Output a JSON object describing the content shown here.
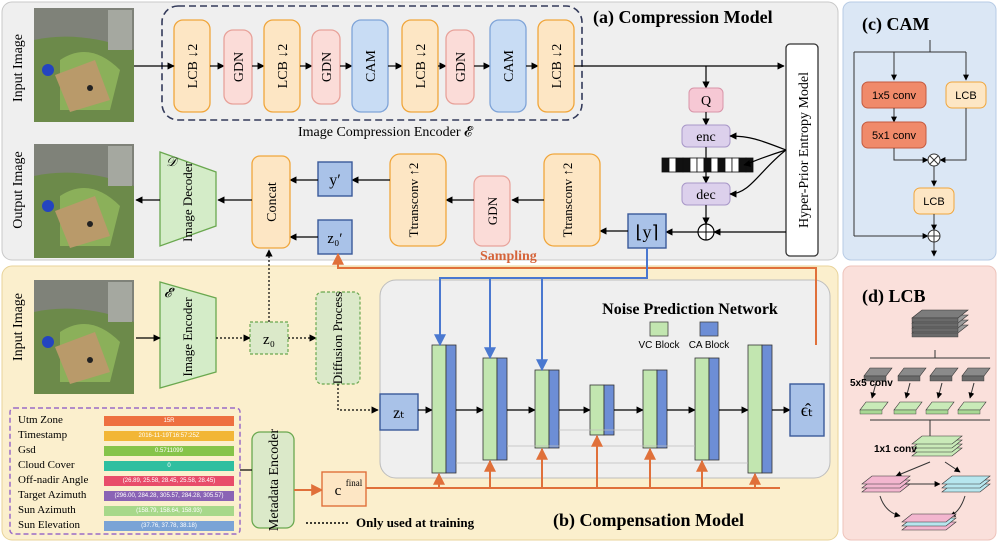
{
  "panels": {
    "compression_title": "(a) Compression Model",
    "compensation_title": "(b) Compensation Model",
    "cam_title": "(c) CAM",
    "lcb_title": "(d) LCB"
  },
  "labels": {
    "input_image": "Input Image",
    "output_image": "Output Image",
    "input_image2": "Input Image",
    "encoder_caption": "Image Compression Encoder 𝓔",
    "hyper_prior": "Hyper-Prior Entropy Model",
    "sampling": "Sampling",
    "noise_net": "Noise Prediction Network",
    "vc_block": "VC Block",
    "ca_block": "CA Block",
    "only_training": "Only used at training",
    "image_decoder": "Image Decoder",
    "decoder_symbol": "𝒟",
    "image_encoder": "Image Encoder",
    "encoder_symbol": "𝓔′",
    "concat": "Concat",
    "y_prime": "y′",
    "z0_prime": "z₀′",
    "ttransconv1": "Ttransconv ↑2",
    "ttransconv2": "Ttransconv ↑2",
    "gdn": "GDN",
    "floor_y": "⌊y⌉",
    "q": "Q",
    "enc": "enc",
    "dec": "dec",
    "z0": "z₀",
    "diffusion": "Diffusion Process",
    "zt": "zₜ",
    "eps": "ϵ̂ₜ",
    "metadata_encoder": "Metadata Encoder",
    "c_final": "c",
    "c_final_sup": "final"
  },
  "encoder_blocks": [
    {
      "label": "LCB ↓2",
      "kind": "lcb"
    },
    {
      "label": "GDN",
      "kind": "gdn"
    },
    {
      "label": "LCB ↓2",
      "kind": "lcb"
    },
    {
      "label": "GDN",
      "kind": "gdn"
    },
    {
      "label": "CAM",
      "kind": "cam"
    },
    {
      "label": "LCB ↓2",
      "kind": "lcb"
    },
    {
      "label": "GDN",
      "kind": "gdn"
    },
    {
      "label": "CAM",
      "kind": "cam"
    },
    {
      "label": "LCB ↓2",
      "kind": "lcb"
    }
  ],
  "cam": {
    "conv1": "1x5 conv",
    "conv2": "5x1 conv",
    "lcb1": "LCB",
    "lcb2": "LCB"
  },
  "lcb": {
    "conv5": "5x5 conv",
    "conv1": "1x1 conv"
  },
  "metadata": [
    {
      "name": "Utm Zone",
      "value": "15R",
      "color": "#ee7040"
    },
    {
      "name": "Timestamp",
      "value": "2016-11-19T16:57:25Z",
      "color": "#f2b636"
    },
    {
      "name": "Gsd",
      "value": "0.5711099",
      "color": "#86c44a"
    },
    {
      "name": "Cloud Cover",
      "value": "0",
      "color": "#2fbfa0"
    },
    {
      "name": "Off-nadir Angle",
      "value": "(26.89, 25.58, 28.45, 25.58, 28.45)",
      "color": "#e84d6a"
    },
    {
      "name": "Target Azimuth",
      "value": "(296.00, 284.28, 305.57, 284.28, 305.57)",
      "color": "#8a63b5"
    },
    {
      "name": "Sun Azimuth",
      "value": "(158.79, 158.64, 158.93)",
      "color": "#a7d88a"
    },
    {
      "name": "Sun Elevation",
      "value": "(37.76, 37.78, 38.18)",
      "color": "#7aa3d6"
    }
  ],
  "colors": {
    "lcb_fill": "#fde6c4",
    "lcb_stroke": "#f0a63c",
    "gdn_fill": "#fbdcd8",
    "gdn_stroke": "#e8a29a",
    "cam_fill": "#c8dcf4",
    "cam_stroke": "#7fa4d8",
    "q_fill": "#f6c8d4",
    "enc_fill": "#dcd0ec",
    "blue_box": "#a9c2e8",
    "green_block": "#c2e6b0",
    "blue_block": "#6d8ed6",
    "orange_arrow": "#e0703a",
    "blue_arrow": "#4a78d0"
  }
}
